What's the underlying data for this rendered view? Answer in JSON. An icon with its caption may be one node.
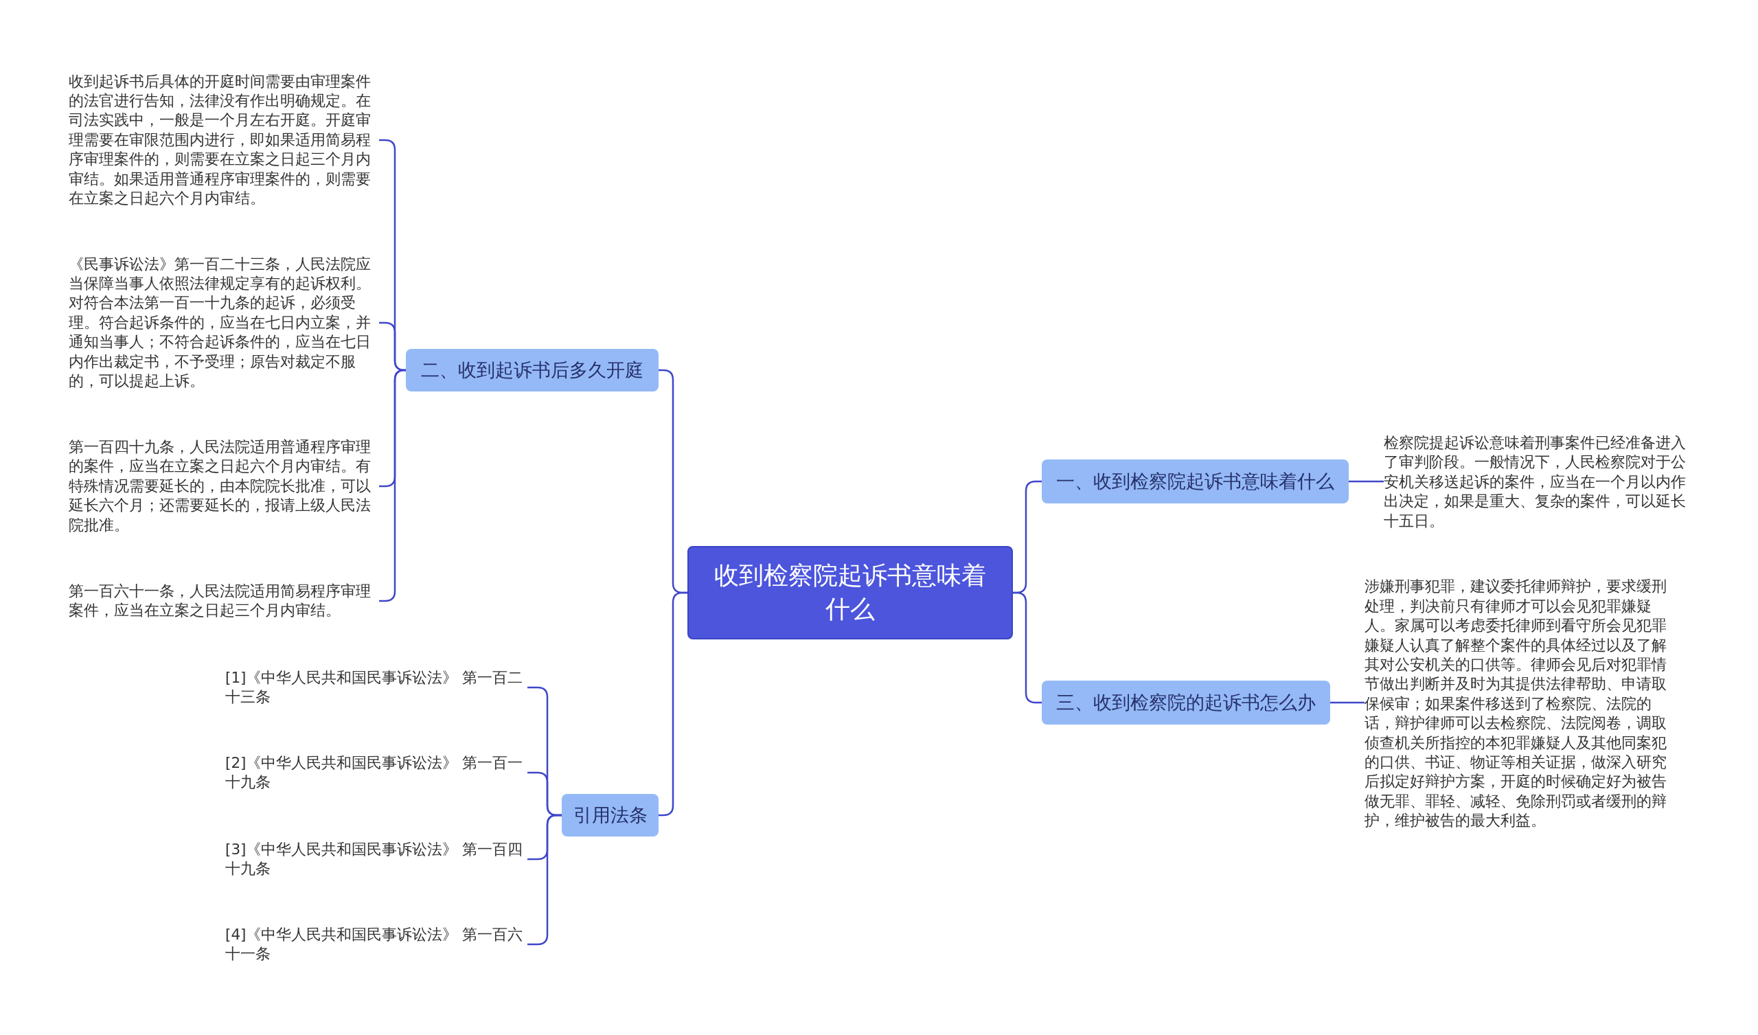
{
  "diagram": {
    "nodes": [
      {
        "text": [
          "收到检察院起诉书意味着什么"
        ]
      },
      {
        "text": [
          "二、收到起诉书后多久开庭"
        ]
      },
      {
        "text": [
          "收到起诉书后具体的开庭时间需要由审理案件的法官进行告知，法律没有作出明确规定。在司法实践中，一般是一个月左右开庭。开庭审理需要在审限范围内进行，即如果适用简易程序审理案件的，则需要在立案之日起三个月内审结。如果适用普通程序审理案件的，则需要在立案之日起六个月内审结。"
        ]
      },
      {
        "text": [
          "《民事诉讼法》第一百二十三条，人民法院应当保障当事人依照法律规定享有的起诉权利。对符合本法第一百一十九条的起诉，必须受理。符合起诉条件的，应当在七日内立案，并通知当事人；不符合起诉条件的，应当在七日内作出裁定书，不予受理；原告对裁定不服的，可以提起上诉。"
        ]
      },
      {
        "text": [
          "第一百四十九条，人民法院适用普通程序审理的案件，应当在立案之日起六个月内审结。有特殊情况需要延长的，由本院院长批准，可以延长六个月；还需要延长的，报请上级人民法院批准。"
        ]
      },
      {
        "text": [
          "第一百六十一条，人民法院适用简易程序审理案件，应当在立案之日起三个月内审结。"
        ]
      },
      {
        "text": [
          "引用法条"
        ]
      },
      {
        "text": [
          "[1]《中华人民共和国民事诉讼法》 第一百二十三条"
        ]
      },
      {
        "text": [
          "[2]《中华人民共和国民事诉讼法》 第一百一十九条"
        ]
      },
      {
        "text": [
          "[3]《中华人民共和国民事诉讼法》 第一百四十九条"
        ]
      },
      {
        "text": [
          "[4]《中华人民共和国民事诉讼法》 第一百六十一条"
        ]
      },
      {
        "text": [
          "一、收到检察院起诉书意味着什么"
        ]
      },
      {
        "text": [
          "检察院提起诉讼意味着刑事案件已经准备进入了审判阶段。一般情况下，人民检察院对于公安机关移送起诉的案件，应当在一个月以内作出决定，如果是重大、复杂的案件，可以延长十五日。"
        ]
      },
      {
        "text": [
          "三、收到检察院的起诉书怎么办"
        ]
      },
      {
        "text": [
          "涉嫌刑事犯罪，建议委托律师辩护，要求缓刑处理，判决前只有律师才可以会见犯罪嫌疑人。家属可以考虑委托律师到看守所会见犯罪嫌疑人认真了解整个案件的具体经过以及了解其对公安机关的口供等。律师会见后对犯罪情节做出判断并及时为其提供法律帮助、申请取保候审；如果案件移送到了检察院、法院的话，辩护律师可以去检察院、法院阅卷，调取侦查机关所指控的本犯罪嫌疑人及其他同案犯的口供、书证、物证等相关证据，做深入研究后拟定好辩护方案，开庭的时候确定好为被告做无罪、罪轻、减轻、免除刑罚或者缓刑的辩护，维护被告的最大利益。"
        ]
      }
    ],
    "edges": [
      {
        "from": 0,
        "to": 1,
        "arrow": "none"
      },
      {
        "from": 1,
        "to": 2,
        "arrow": "none"
      },
      {
        "from": 1,
        "to": 3,
        "arrow": "none"
      },
      {
        "from": 1,
        "to": 4,
        "arrow": "none"
      },
      {
        "from": 1,
        "to": 5,
        "arrow": "none"
      },
      {
        "from": 0,
        "to": 6,
        "arrow": "none"
      },
      {
        "from": 6,
        "to": 7,
        "arrow": "none"
      },
      {
        "from": 6,
        "to": 8,
        "arrow": "none"
      },
      {
        "from": 6,
        "to": 9,
        "arrow": "none"
      },
      {
        "from": 6,
        "to": 10,
        "arrow": "none"
      },
      {
        "from": 0,
        "to": 11,
        "arrow": "none"
      },
      {
        "from": 11,
        "to": 12,
        "arrow": "none"
      },
      {
        "from": 0,
        "to": 13,
        "arrow": "none"
      },
      {
        "from": 13,
        "to": 14,
        "arrow": "none"
      }
    ]
  }
}
